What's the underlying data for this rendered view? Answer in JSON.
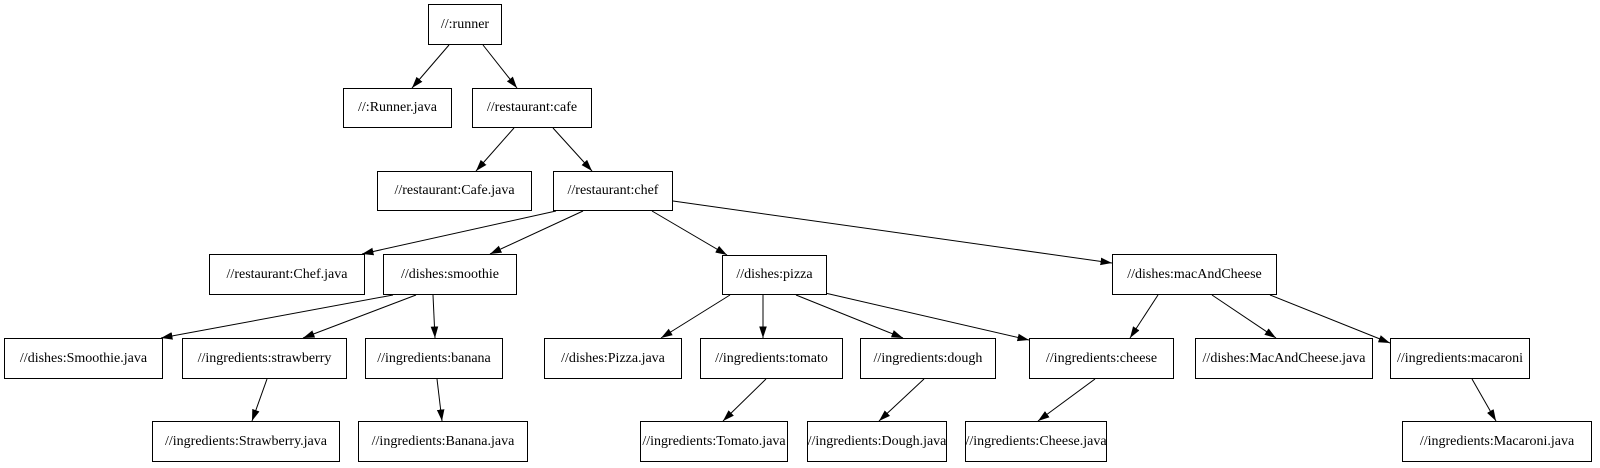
{
  "diagram": {
    "type": "dependency-graph",
    "background_color": "#ffffff",
    "node_fill_color": "#ffffff",
    "node_border_color": "#000000",
    "edge_color": "#000000",
    "text_color": "#000000",
    "nodes": [
      {
        "id": "runner",
        "label": "//:runner"
      },
      {
        "id": "runner_java",
        "label": "//:Runner.java"
      },
      {
        "id": "cafe",
        "label": "//restaurant:cafe"
      },
      {
        "id": "cafe_java",
        "label": "//restaurant:Cafe.java"
      },
      {
        "id": "chef",
        "label": "//restaurant:chef"
      },
      {
        "id": "chef_java",
        "label": "//restaurant:Chef.java"
      },
      {
        "id": "smoothie",
        "label": "//dishes:smoothie"
      },
      {
        "id": "pizza",
        "label": "//dishes:pizza"
      },
      {
        "id": "mac_and_cheese",
        "label": "//dishes:macAndCheese"
      },
      {
        "id": "smoothie_java",
        "label": "//dishes:Smoothie.java"
      },
      {
        "id": "strawberry",
        "label": "//ingredients:strawberry"
      },
      {
        "id": "banana",
        "label": "//ingredients:banana"
      },
      {
        "id": "pizza_java",
        "label": "//dishes:Pizza.java"
      },
      {
        "id": "tomato",
        "label": "//ingredients:tomato"
      },
      {
        "id": "dough",
        "label": "//ingredients:dough"
      },
      {
        "id": "cheese",
        "label": "//ingredients:cheese"
      },
      {
        "id": "mac_and_cheese_java",
        "label": "//dishes:MacAndCheese.java"
      },
      {
        "id": "macaroni",
        "label": "//ingredients:macaroni"
      },
      {
        "id": "strawberry_java",
        "label": "//ingredients:Strawberry.java"
      },
      {
        "id": "banana_java",
        "label": "//ingredients:Banana.java"
      },
      {
        "id": "tomato_java",
        "label": "//ingredients:Tomato.java"
      },
      {
        "id": "dough_java",
        "label": "//ingredients:Dough.java"
      },
      {
        "id": "cheese_java",
        "label": "//ingredients:Cheese.java"
      },
      {
        "id": "macaroni_java",
        "label": "//ingredients:Macaroni.java"
      }
    ],
    "edges": [
      {
        "from": "runner",
        "to": "runner_java"
      },
      {
        "from": "runner",
        "to": "cafe"
      },
      {
        "from": "cafe",
        "to": "cafe_java"
      },
      {
        "from": "cafe",
        "to": "chef"
      },
      {
        "from": "chef",
        "to": "chef_java"
      },
      {
        "from": "chef",
        "to": "smoothie"
      },
      {
        "from": "chef",
        "to": "pizza"
      },
      {
        "from": "chef",
        "to": "mac_and_cheese"
      },
      {
        "from": "smoothie",
        "to": "smoothie_java"
      },
      {
        "from": "smoothie",
        "to": "strawberry"
      },
      {
        "from": "smoothie",
        "to": "banana"
      },
      {
        "from": "pizza",
        "to": "pizza_java"
      },
      {
        "from": "pizza",
        "to": "tomato"
      },
      {
        "from": "pizza",
        "to": "dough"
      },
      {
        "from": "pizza",
        "to": "cheese"
      },
      {
        "from": "mac_and_cheese",
        "to": "cheese"
      },
      {
        "from": "mac_and_cheese",
        "to": "mac_and_cheese_java"
      },
      {
        "from": "mac_and_cheese",
        "to": "macaroni"
      },
      {
        "from": "strawberry",
        "to": "strawberry_java"
      },
      {
        "from": "banana",
        "to": "banana_java"
      },
      {
        "from": "tomato",
        "to": "tomato_java"
      },
      {
        "from": "dough",
        "to": "dough_java"
      },
      {
        "from": "cheese",
        "to": "cheese_java"
      },
      {
        "from": "macaroni",
        "to": "macaroni_java"
      }
    ]
  }
}
